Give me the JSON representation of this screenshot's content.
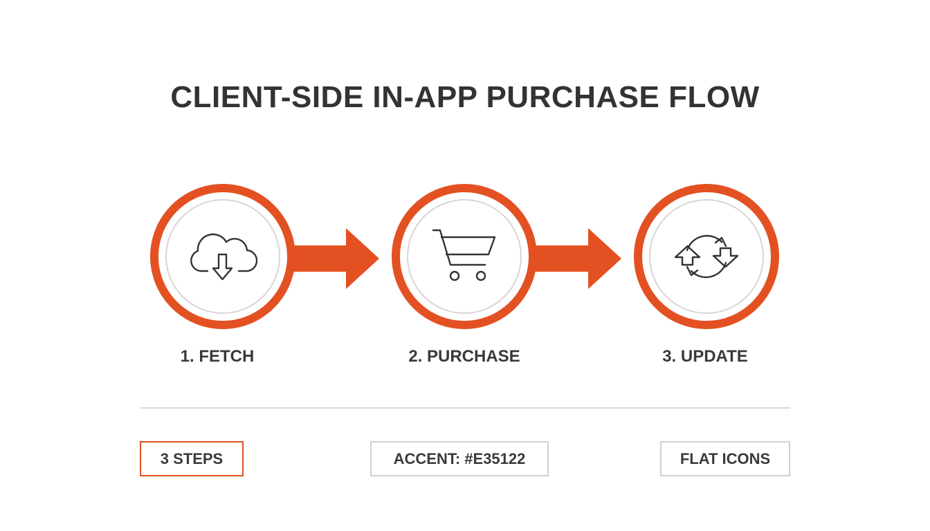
{
  "title": "CLIENT-SIDE IN-APP PURCHASE FLOW",
  "accent_color": "#E35122",
  "steps": [
    {
      "label": "1. FETCH",
      "icon": "cloud-download-icon"
    },
    {
      "label": "2. PURCHASE",
      "icon": "shopping-cart-icon"
    },
    {
      "label": "3. UPDATE",
      "icon": "refresh-icon"
    }
  ],
  "tags": {
    "steps": "3 STEPS",
    "accent": "ACCENT: #E35122",
    "icons": "FLAT ICONS"
  }
}
